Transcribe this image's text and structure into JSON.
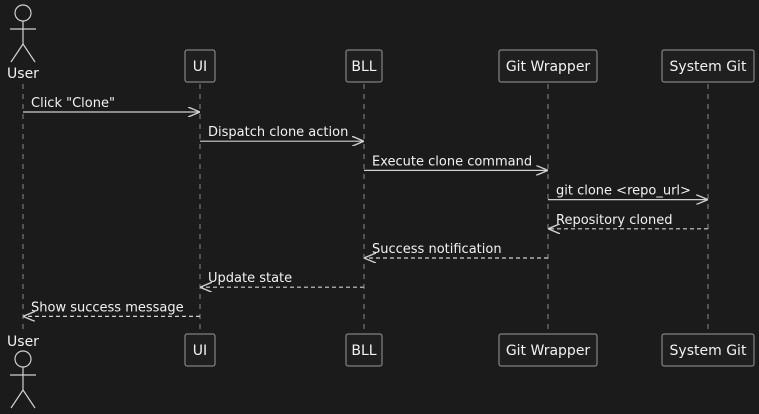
{
  "colors": {
    "background": "#1b1b1b",
    "stroke": "#d0d0d0",
    "text": "#f2f2f2",
    "box_fill": "#1f1f1f",
    "box_stroke": "#9a9a9a"
  },
  "participants": [
    {
      "id": "user",
      "label": "User",
      "kind": "actor"
    },
    {
      "id": "ui",
      "label": "UI",
      "kind": "box"
    },
    {
      "id": "bll",
      "label": "BLL",
      "kind": "box"
    },
    {
      "id": "git_wrapper",
      "label": "Git Wrapper",
      "kind": "box"
    },
    {
      "id": "system_git",
      "label": "System Git",
      "kind": "box"
    }
  ],
  "messages": [
    {
      "from": "user",
      "to": "ui",
      "label": "Click \"Clone\"",
      "style": "solid"
    },
    {
      "from": "ui",
      "to": "bll",
      "label": "Dispatch clone action",
      "style": "solid"
    },
    {
      "from": "bll",
      "to": "git_wrapper",
      "label": "Execute clone command",
      "style": "solid"
    },
    {
      "from": "git_wrapper",
      "to": "system_git",
      "label": "git clone <repo_url>",
      "style": "solid"
    },
    {
      "from": "system_git",
      "to": "git_wrapper",
      "label": "Repository cloned",
      "style": "dashed"
    },
    {
      "from": "git_wrapper",
      "to": "bll",
      "label": "Success notification",
      "style": "dashed"
    },
    {
      "from": "bll",
      "to": "ui",
      "label": "Update state",
      "style": "dashed"
    },
    {
      "from": "ui",
      "to": "user",
      "label": "Show success message",
      "style": "dashed"
    }
  ]
}
